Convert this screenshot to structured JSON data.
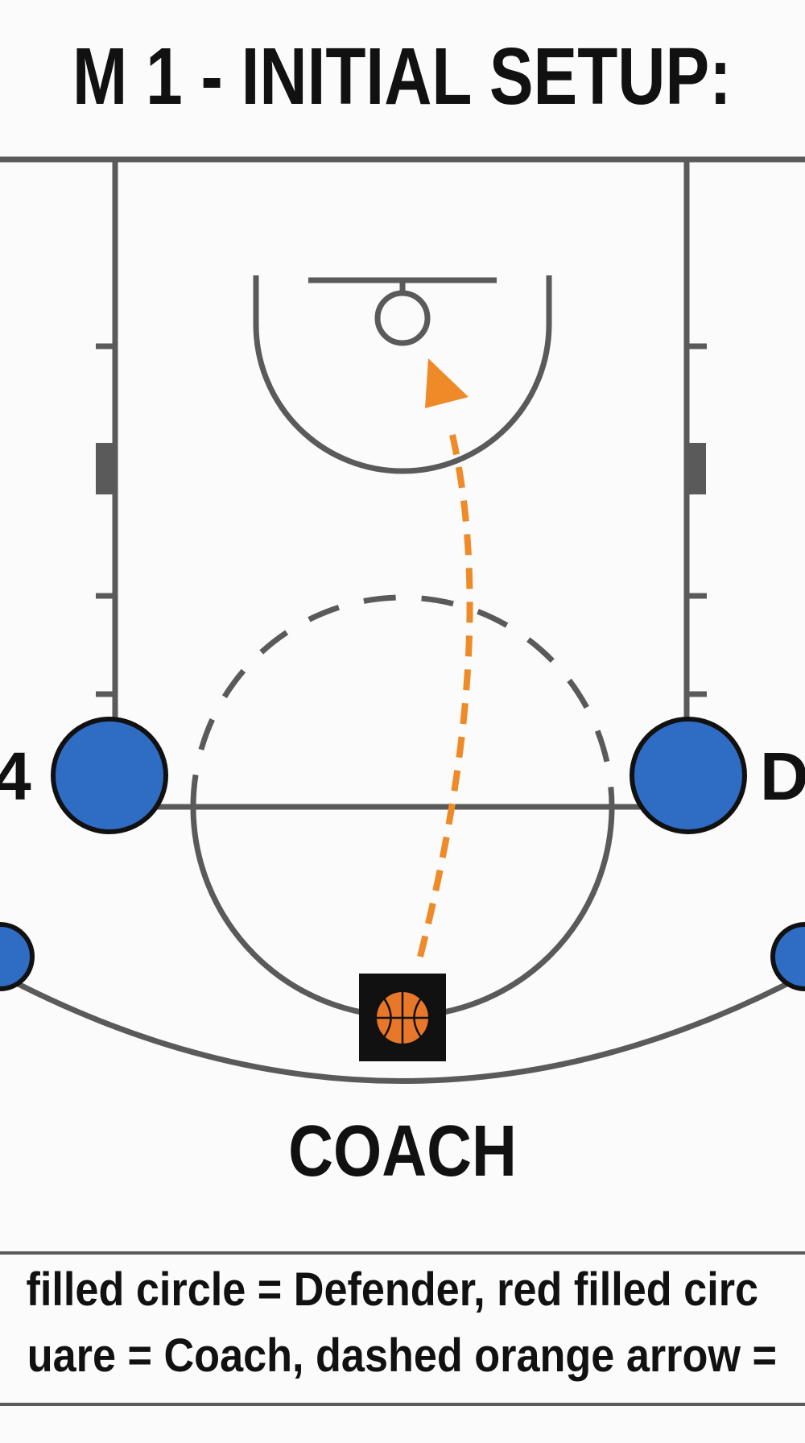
{
  "diagram": {
    "title": "M 1 - INITIAL SETUP: Box-",
    "players": {
      "left_defender_label": "4",
      "right_defender_label": "D5"
    },
    "coach": {
      "label": "COACH",
      "icon": "basketball-icon"
    },
    "legend": {
      "line1": "filled circle = Defender, red filled circ",
      "line2": "uare = Coach, dashed orange arrow ="
    },
    "colors": {
      "defender": "#2f6cc4",
      "pass_arrow": "#ee8a28",
      "court_lines": "#5a5a5a",
      "coach_square": "#111111",
      "basketball": "#e8772a"
    }
  }
}
